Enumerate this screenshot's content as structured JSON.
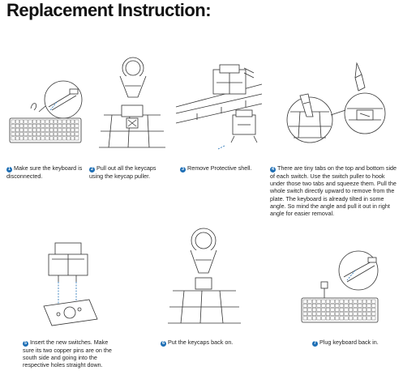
{
  "title": "Replacement Instruction:",
  "steps": [
    {
      "num": "1",
      "text": "Make sure the keyboard is disconnected."
    },
    {
      "num": "2",
      "text": "Pull out all the keycaps using the keycap puller."
    },
    {
      "num": "3",
      "text": "Remove Protective shell."
    },
    {
      "num": "4",
      "text": "There are tiny tabs on the top and bottom side of each switch. Use the switch puller to hook under those two tabs and squeeze them. Pull the whole switch directly upward to remove from the plate. The keyboard is already tilted in some angle. So mind the angle and pull it out in right angle for easier removal."
    },
    {
      "num": "5",
      "text": "Insert the new switches. Make sure its two copper pins are on the south side and going into the respective holes straight down."
    },
    {
      "num": "6",
      "text": "Put the keycaps back on."
    },
    {
      "num": "7",
      "text": "Plug keyboard back in."
    }
  ],
  "colors": {
    "accent": "#1e6fb5",
    "line": "#333333"
  }
}
